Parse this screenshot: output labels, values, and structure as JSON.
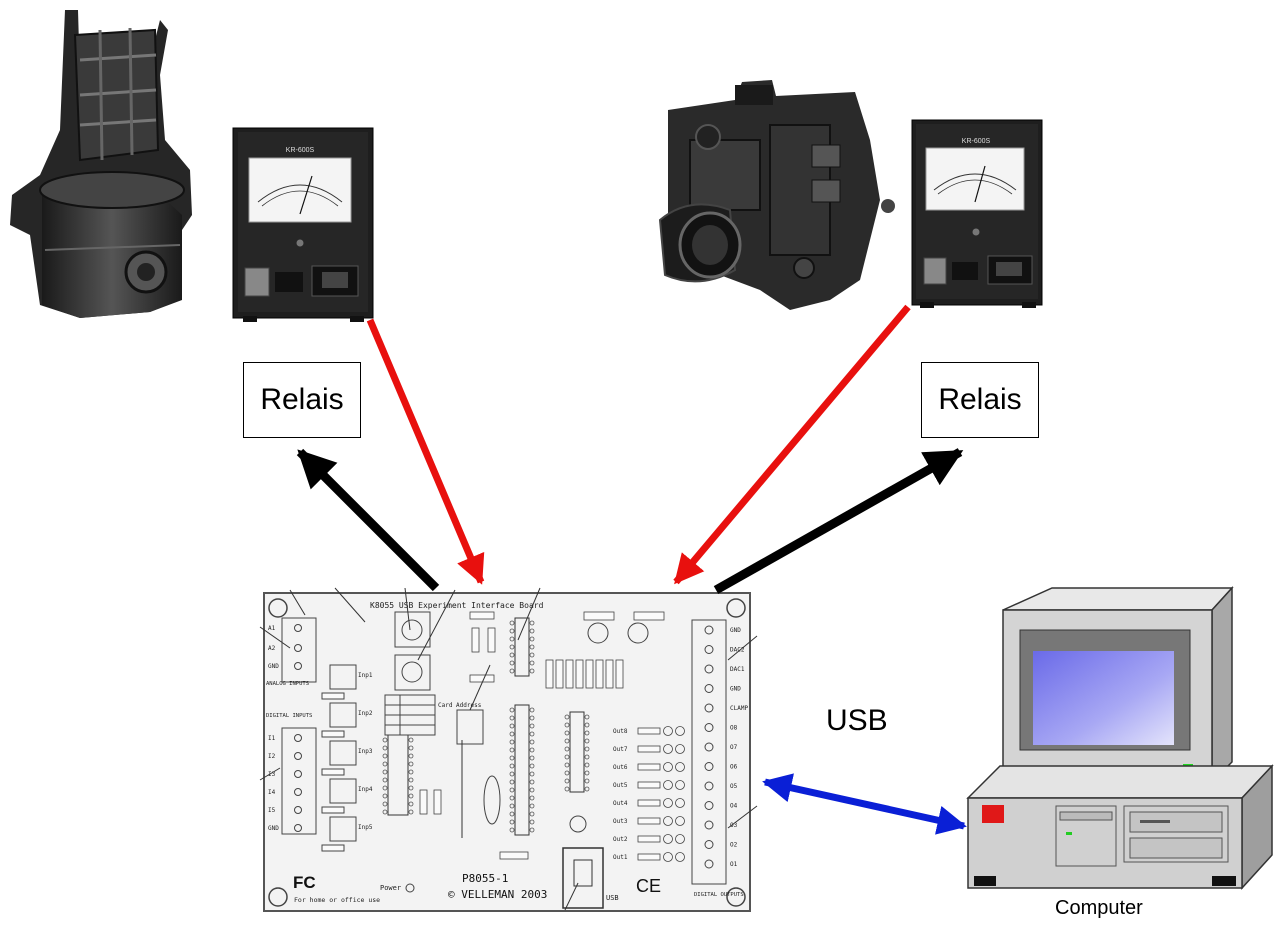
{
  "relais_left": {
    "label": "Relais"
  },
  "relais_right": {
    "label": "Relais"
  },
  "usb_label": "USB",
  "computer_label": "Computer",
  "meter": {
    "model": "KR-600S"
  },
  "board": {
    "title": "K8055 USB Experiment Interface Board",
    "part": "P8055-1",
    "copyright": "© VELLEMAN 2003",
    "home_use": "For home or office use",
    "power": "Power",
    "fcc": "FC",
    "ce": "CE",
    "usb": "USB",
    "card_address": "Card Address",
    "analog_inputs": "ANALOG INPUTS",
    "digital_inputs": "DIGITAL INPUTS",
    "digital_outputs": "DIGITAL OUTPUTS",
    "terminal_labels": [
      "GND",
      "DAC2",
      "DAC1",
      "GND",
      "CLAMP",
      "O8",
      "O7",
      "O6",
      "O5",
      "O4",
      "O3",
      "O2",
      "O1"
    ],
    "out_labels": [
      "Out8",
      "Out7",
      "Out6",
      "Out5",
      "Out4",
      "Out3",
      "Out2",
      "Out1"
    ],
    "inp_labels": [
      "Inp1",
      "Inp2",
      "Inp3",
      "Inp4",
      "Inp5"
    ],
    "left_labels": [
      "A1",
      "A2",
      "GND",
      "I1",
      "I2",
      "I3",
      "I4",
      "I5",
      "GND"
    ]
  },
  "colors": {
    "control_arrow": "#000000",
    "feedback_arrow": "#e8100e",
    "usb_arrow": "#0a1fd6",
    "screen": "#8c8cf0",
    "case": "#d4d4d4"
  }
}
